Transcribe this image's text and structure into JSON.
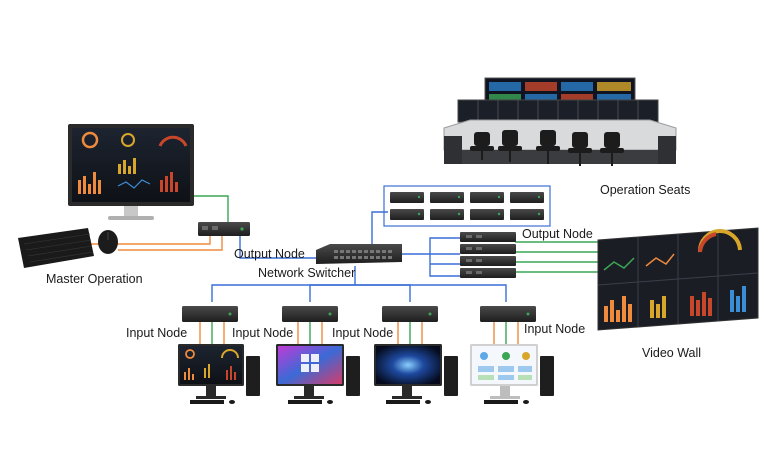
{
  "labels": {
    "operation_seats": "Operation Seats",
    "master_operation": "Master Operation",
    "output_node_left": "Output Node",
    "output_node_right": "Output Node",
    "network_switcher": "Network Switcher",
    "input_node_1": "Input Node",
    "input_node_2": "Input Node",
    "input_node_3": "Input Node",
    "input_node_4": "Input Node",
    "video_wall": "Video Wall"
  },
  "colors": {
    "network_link": "#3a6fd8",
    "hdmi_link": "#3aa655",
    "usb_link": "#f08a3c",
    "device_dark": "#2b2b2b",
    "screen_dark": "#151a22"
  }
}
